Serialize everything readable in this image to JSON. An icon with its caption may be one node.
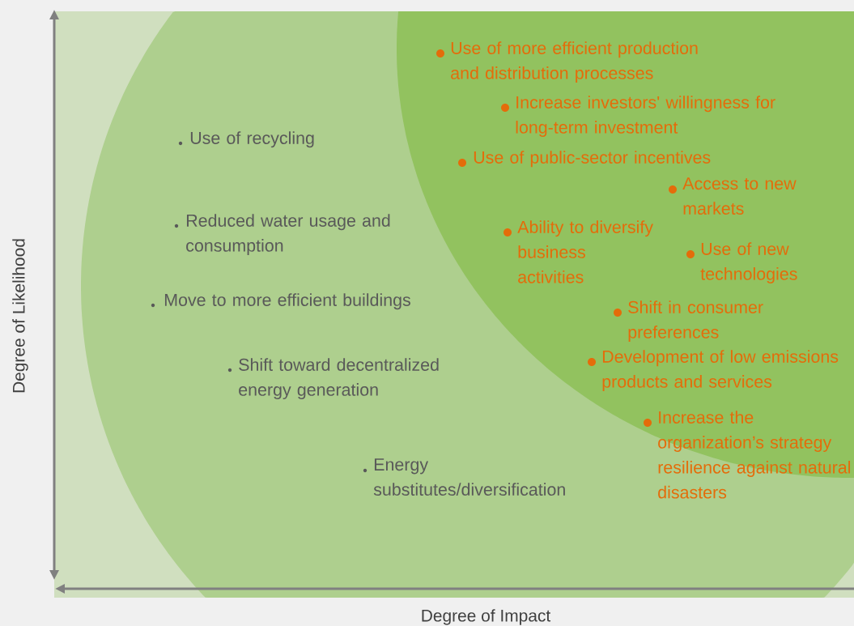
{
  "diagram": {
    "nodes": [
      {
        "text": [
          "Use of recycling",
          "Reduced water usage and consumption",
          "Move to more efficient buildings",
          "Shift toward decentralized energy generation",
          "Energy substitutes/diversification"
        ]
      },
      {
        "in": 0,
        "text": [
          "Use of more efficient production and distribution processes",
          "Increase investors' willingness for long-term investment",
          "Use of public-sector incentives",
          "Access to new markets",
          "Ability to diversify business activities",
          "Use of new technologies",
          "Shift in consumer preferences",
          "Development of low emissions products and services",
          "Increase the organization’s strategy resilience against natural disasters"
        ]
      }
    ],
    "labels": [
      "Degree of Likelihood",
      "Degree of Impact"
    ]
  }
}
